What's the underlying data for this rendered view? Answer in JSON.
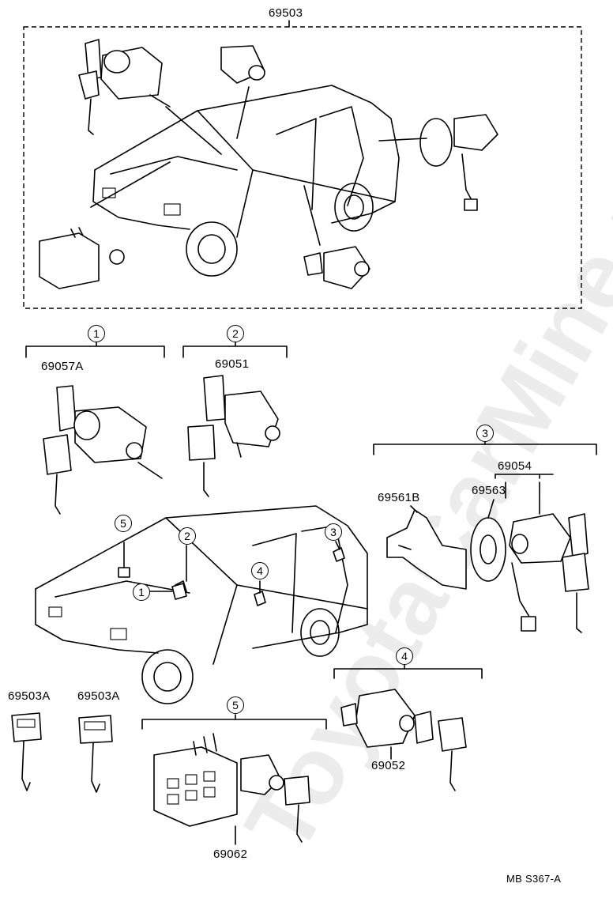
{
  "diagram": {
    "set_label": "69503",
    "watermark": "ToyotaCarMine.ru",
    "footer": "MB  S367-A",
    "groups": [
      {
        "num": "1",
        "part": "69057A"
      },
      {
        "num": "2",
        "part": "69051"
      },
      {
        "num": "3",
        "parts": [
          "69054",
          "69563",
          "69561B"
        ]
      },
      {
        "num": "4",
        "part": "69052"
      },
      {
        "num": "5",
        "part": "69062"
      }
    ],
    "keys": [
      "69503A",
      "69503A"
    ],
    "location_markers": [
      "5",
      "2",
      "3",
      "4",
      "1"
    ]
  }
}
